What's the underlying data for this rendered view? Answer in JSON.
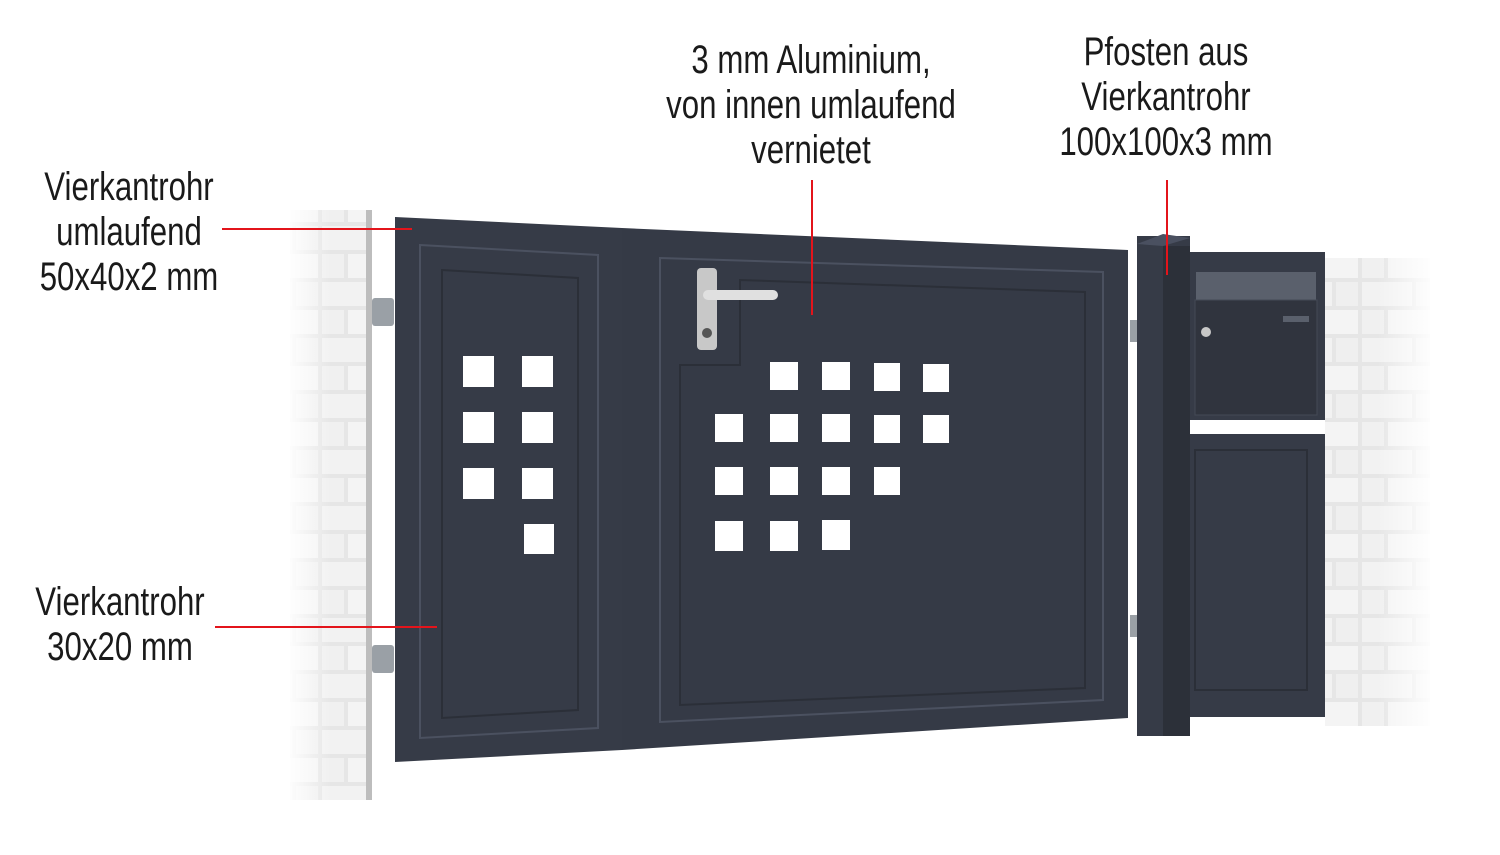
{
  "labels": {
    "aluminium": {
      "lines": [
        "3 mm Aluminium,",
        "von innen umlaufend",
        "vernietet"
      ]
    },
    "post": {
      "lines": [
        "Pfosten aus",
        "Vierkantrohr",
        "100x100x3 mm"
      ]
    },
    "frame": {
      "lines": [
        "Vierkantrohr",
        "umlaufend",
        "50x40x2 mm"
      ]
    },
    "inner_tube": {
      "lines": [
        "Vierkantrohr",
        "30x20 mm"
      ]
    }
  },
  "colors": {
    "gate": "#363b47",
    "gate_dark": "#2c3039",
    "leader": "#e3141b",
    "brick": "#d8d8d8"
  }
}
